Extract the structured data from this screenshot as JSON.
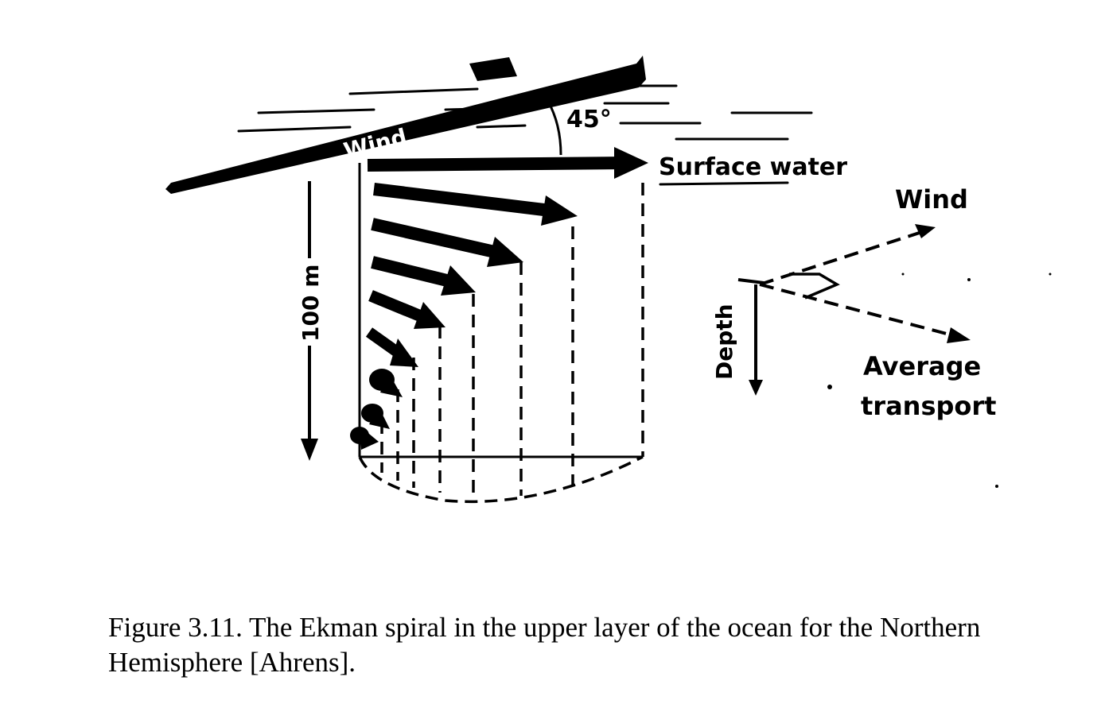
{
  "diagram": {
    "labels": {
      "wind_arrow": "Wind",
      "angle": "45°",
      "surface_water": "Surface water",
      "depth_scale": "100 m",
      "inset_wind": "Wind",
      "inset_depth": "Depth",
      "inset_transport_line1": "Average",
      "inset_transport_line2": "transport"
    }
  },
  "caption": {
    "line1": "Figure 3.11. The Ekman spiral in the upper layer of the ocean for the Northern",
    "line2": "Hemisphere [Ahrens]."
  }
}
